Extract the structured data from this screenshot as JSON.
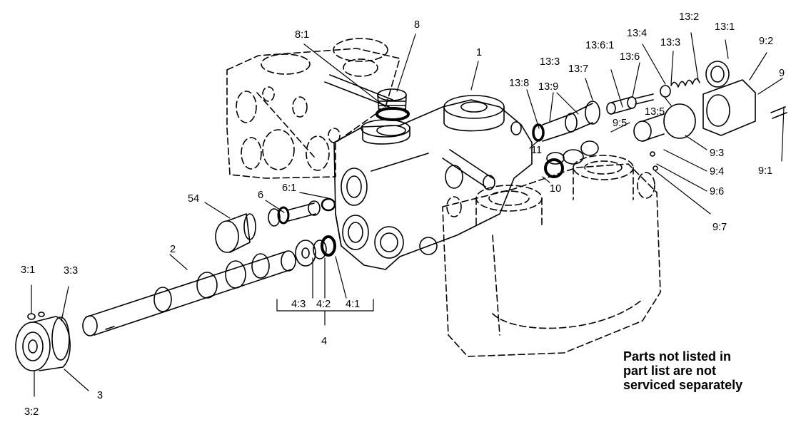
{
  "labels": {
    "l_3_1": "3:1",
    "l_3_3": "3:3",
    "l_3_2": "3:2",
    "l_3": "3",
    "l_2": "2",
    "l_54": "54",
    "l_6": "6",
    "l_6_1": "6:1",
    "l_4_3": "4:3",
    "l_4_2": "4:2",
    "l_4_1": "4:1",
    "l_4": "4",
    "l_8_1": "8:1",
    "l_8": "8",
    "l_1": "1",
    "l_13_8": "13:8",
    "l_13_9": "13:9",
    "l_13_3a": "13:3",
    "l_13_7": "13:7",
    "l_13_6_1": "13:6:1",
    "l_13_6": "13:6",
    "l_13_4": "13:4",
    "l_13_3b": "13:3",
    "l_13_2": "13:2",
    "l_13_1": "13:1",
    "l_13_5": "13:5",
    "l_9_2": "9:2",
    "l_9": "9",
    "l_9_5": "9:5",
    "l_11": "11",
    "l_10": "10",
    "l_9_3": "9:3",
    "l_9_4": "9:4",
    "l_9_6": "9:6",
    "l_9_7": "9:7",
    "l_9_1": "9:1"
  },
  "note": {
    "line1": "Parts not listed in",
    "line2": "part list are not",
    "line3": "serviced separately"
  }
}
